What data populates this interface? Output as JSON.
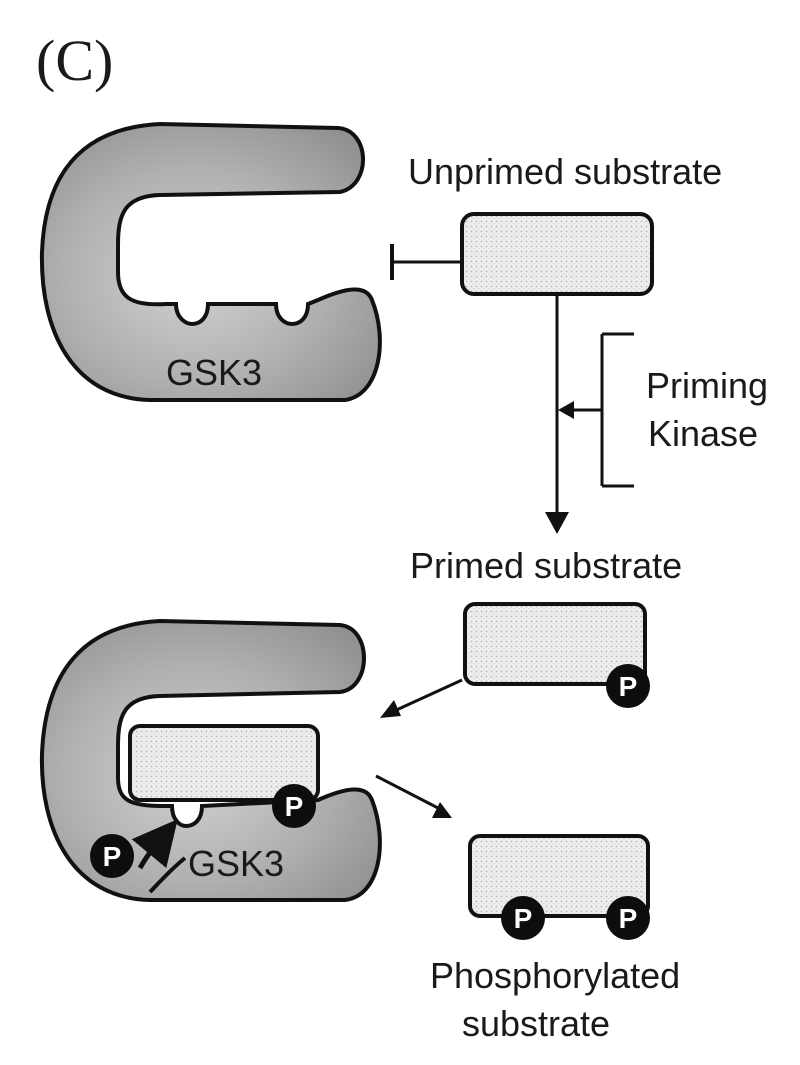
{
  "panel_label": "(C)",
  "labels": {
    "unprimed": "Unprimed substrate",
    "priming_line1": "Priming",
    "priming_line2": "Kinase",
    "primed": "Primed substrate",
    "phospho_line1": "Phosphorylated",
    "phospho_line2": "substrate"
  },
  "enzymes": {
    "top": "GSK3",
    "bottom": "GSK3"
  },
  "phosphate": "P",
  "colors": {
    "enzyme_fill": "#a9a9a9",
    "enzyme_light": "#c7c7c7",
    "substrate_fill": "#e6e6e6",
    "outline": "#111111",
    "phosphate_fill": "#0d0d0d"
  }
}
